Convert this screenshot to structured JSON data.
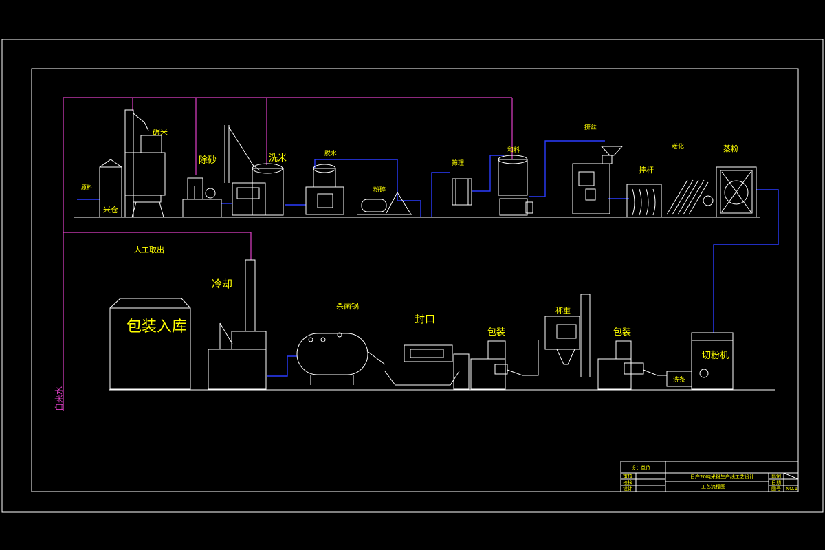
{
  "diagram": {
    "labels": {
      "raw_material": "原料",
      "rice_bin": "米仓",
      "rice_grinding": "碾米",
      "sand_removal": "除砂",
      "rice_washing": "洗米",
      "dewatering": "脱水",
      "milling": "粉碎",
      "sieving": "筛理",
      "mixing": "和料",
      "extrusion": "挤丝",
      "aging": "老化",
      "rod_hanging": "挂杆",
      "steaming": "蒸粉",
      "manual_removal": "人工取出",
      "cooling": "冷却",
      "pack_storage": "包装入库",
      "sterilizer": "杀菌锅",
      "sealing": "封口",
      "packaging_1": "包装",
      "weighing": "称重",
      "packaging_2": "包装",
      "cutter": "切粉机",
      "washing": "洗条",
      "tap_water": "自来水"
    }
  },
  "title_block": {
    "design_unit": "设计单位",
    "project_title": "日产20吨米粉生产线工艺设计",
    "drawing_name": "工艺流程图",
    "left_rows": [
      "审核",
      "校核",
      "设计"
    ],
    "right_rows": [
      "比例",
      "日期",
      "图号"
    ],
    "sheet_no": "NO.1"
  },
  "colors": {
    "water_line": "#e040c8",
    "product_line": "#2a3cff",
    "equipment": "#ffffff",
    "text": "#ffff00",
    "background": "#000000"
  }
}
